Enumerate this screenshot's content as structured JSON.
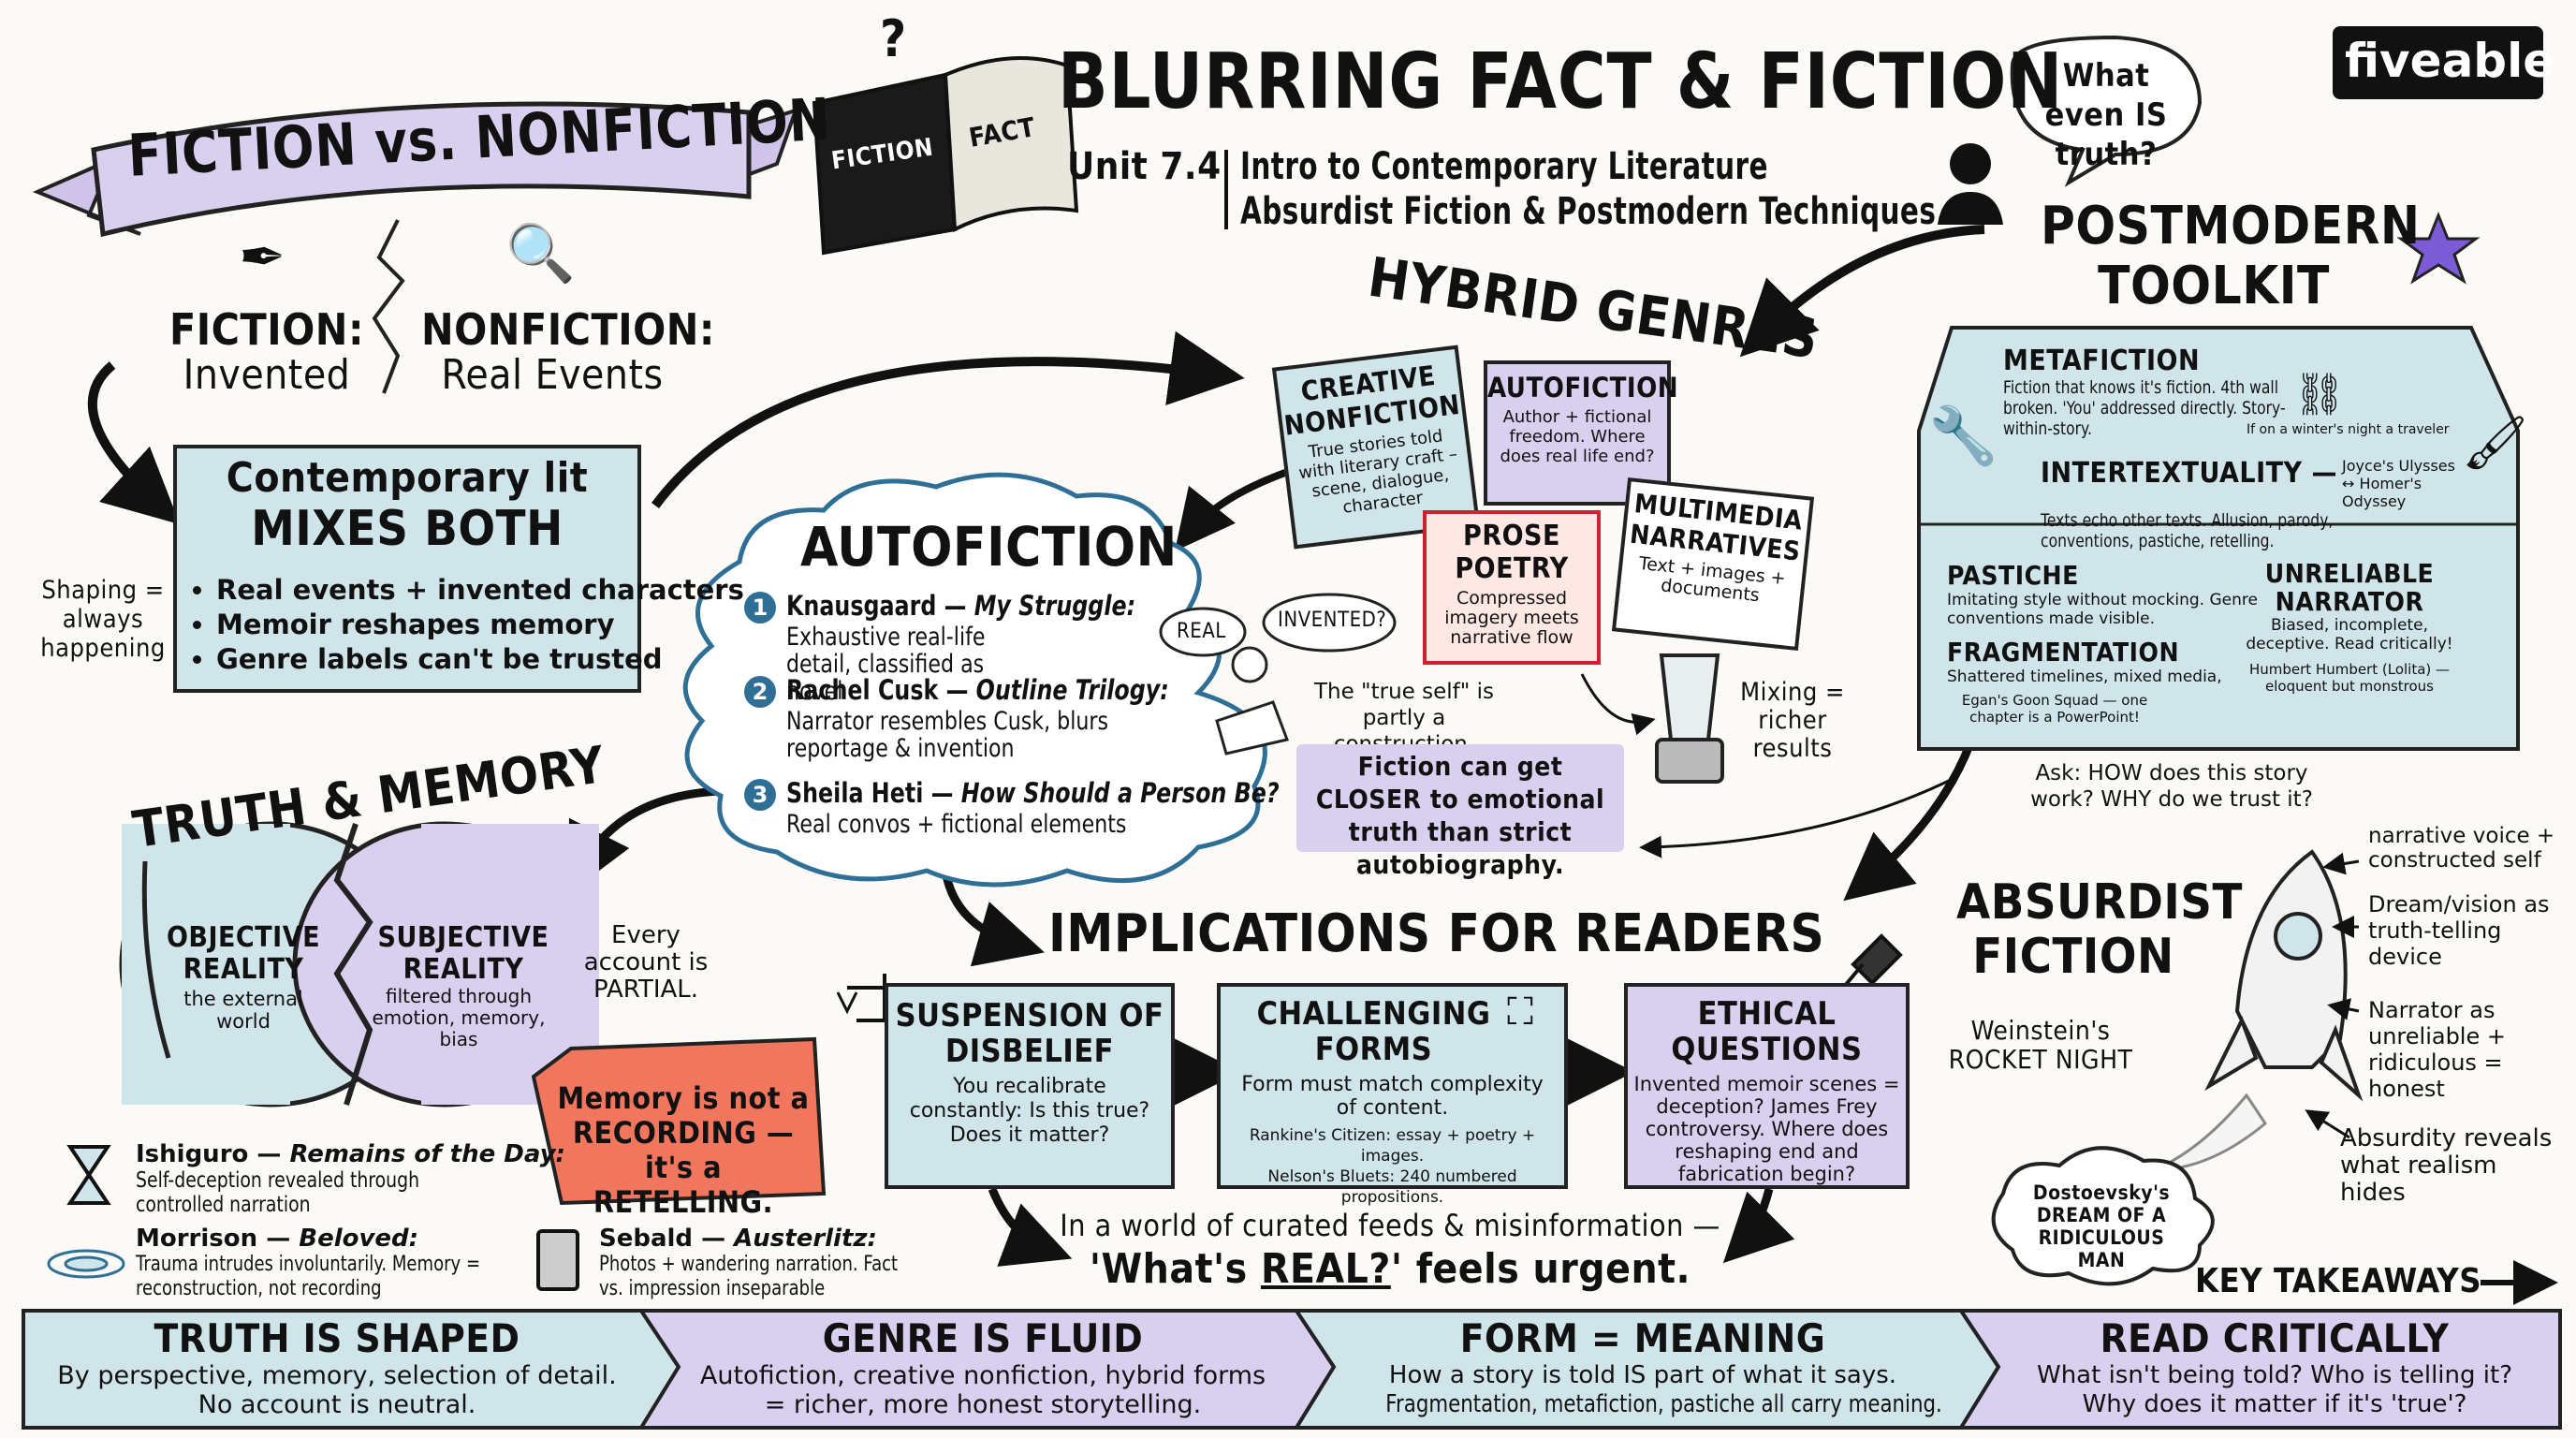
{
  "brand": "fiveable",
  "header": {
    "title": "BLURRING FACT & FICTION",
    "unit": "Unit 7.4",
    "line1": "Intro to Contemporary Literature",
    "line2": "Absurdist Fiction & Postmodern Techniques.",
    "book_left": "FICTION",
    "book_right": "FACT",
    "bubble": "What even IS truth?"
  },
  "fiction_nonfiction": {
    "banner": "FICTION vs. NONFICTION",
    "fiction_label": "FICTION:",
    "fiction_desc": "Invented",
    "nonfiction_label": "NONFICTION:",
    "nonfiction_desc": "Real Events"
  },
  "contemporary": {
    "line1": "Contemporary lit",
    "line2": "MIXES BOTH",
    "bullets": [
      "Real events + invented characters",
      "Memoir reshapes memory",
      "Genre labels can't be trusted"
    ],
    "side_note": "Shaping = always happening"
  },
  "hybrid": {
    "title": "HYBRID GENRES",
    "creative_title": "CREATIVE NONFICTION",
    "creative_desc": "True stories told with literary craft – scene, dialogue, character",
    "autofiction_title": "AUTOFICTION",
    "autofiction_desc": "Author + fictional freedom. Where does real life end?",
    "prose_title": "PROSE POETRY",
    "prose_desc": "Compressed imagery meets narrative flow",
    "multimedia_title": "MULTIMEDIA NARRATIVES",
    "multimedia_desc": "Text + images + documents",
    "mixing": "Mixing = richer results"
  },
  "autofiction": {
    "title": "AUTOFICTION",
    "items": [
      {
        "num": "1",
        "head": "Knausgaard — ",
        "work": "My Struggle:",
        "desc": "Exhaustive real-life detail, classified as novel"
      },
      {
        "num": "2",
        "head": "Rachel Cusk — ",
        "work": "Outline Trilogy:",
        "desc": "Narrator resembles Cusk, blurs reportage & invention"
      },
      {
        "num": "3",
        "head": "Sheila Heti — ",
        "work": "How Should a Person Be?",
        "desc": "Real convos + fictional elements"
      }
    ],
    "bubble_real": "REAL",
    "bubble_invented": "INVENTED?",
    "true_self": "The \"true self\" is partly a construction.",
    "callout": "Fiction can get CLOSER to emotional truth than strict autobiography."
  },
  "postmodern": {
    "title": "POSTMODERN TOOLKIT",
    "metafiction_title": "METAFICTION",
    "metafiction_desc": "Fiction that knows it's fiction. 4th wall broken. 'You' addressed directly. Story-within-story.",
    "metafiction_example": "If on a winter's night a traveler",
    "intertext_title": "INTERTEXTUALITY —",
    "intertext_example": "Joyce's Ulysses ↔ Homer's Odyssey",
    "intertext_desc": "Texts echo other texts. Allusion, parody, conventions, pastiche, retelling.",
    "pastiche_title": "PASTICHE",
    "pastiche_desc": "Imitating style without mocking. Genre conventions made visible.",
    "fragmentation_title": "FRAGMENTATION",
    "fragmentation_desc": "Shattered timelines, mixed media,",
    "fragmentation_example": "Egan's Goon Squad — one chapter is a PowerPoint!",
    "unreliable_title": "UNRELIABLE NARRATOR",
    "unreliable_desc": "Biased, incomplete, deceptive. Read critically!",
    "unreliable_example": "Humbert Humbert (Lolita) — eloquent but monstrous",
    "ask": "Ask: HOW does this story work? WHY do we trust it?"
  },
  "truth_memory": {
    "title": "TRUTH & MEMORY",
    "objective_title": "OBJECTIVE REALITY",
    "objective_desc": "the external world",
    "subjective_title": "SUBJECTIVE REALITY",
    "subjective_desc": "filtered through emotion, memory, bias",
    "partial": "Every account is PARTIAL.",
    "memory_callout": "Memory is not a RECORDING — it's a RETELLING.",
    "ishiguro_head": "Ishiguro — ",
    "ishiguro_work": "Remains of the Day:",
    "ishiguro_desc": "Self-deception revealed through controlled narration",
    "morrison_head": "Morrison — ",
    "morrison_work": "Beloved:",
    "morrison_desc": "Trauma intrudes involuntarily. Memory = reconstruction, not recording",
    "sebald_head": "Sebald — ",
    "sebald_work": "Austerlitz:",
    "sebald_desc": "Photos + wandering narration. Fact vs. impression inseparable"
  },
  "implications": {
    "title": "IMPLICATIONS FOR READERS",
    "suspension_title": "SUSPENSION OF DISBELIEF",
    "suspension_desc": "You recalibrate constantly: Is this true? Does it matter?",
    "forms_title": "CHALLENGING FORMS",
    "forms_desc": "Form must match complexity of content.",
    "forms_ex1": "Rankine's Citizen: essay + poetry + images.",
    "forms_ex2": "Nelson's Bluets: 240 numbered propositions.",
    "ethical_title": "ETHICAL QUESTIONS",
    "ethical_desc": "Invented memoir scenes = deception? James Frey controversy. Where does reshaping end and fabrication begin?",
    "world_line1": "In a world of curated feeds & misinformation —",
    "world_line2_pre": "'What's ",
    "world_line2_key": "REAL?",
    "world_line2_post": "' feels urgent."
  },
  "absurdist": {
    "title": "ABSURDIST FICTION",
    "weinstein": "Weinstein's ROCKET NIGHT",
    "dostoevsky": "Dostoevsky's DREAM OF A RIDICULOUS MAN",
    "notes": [
      "narrative voice + constructed self",
      "Dream/vision as truth-telling device",
      "Narrator as unreliable + ridiculous = honest",
      "Absurdity reveals what realism hides"
    ]
  },
  "takeaways": {
    "label": "KEY TAKEAWAYS",
    "items": [
      {
        "title": "TRUTH IS SHAPED",
        "line1": "By perspective, memory, selection of detail.",
        "line2": "No account is neutral."
      },
      {
        "title": "GENRE IS FLUID",
        "line1": "Autofiction, creative nonfiction, hybrid forms",
        "line2": "= richer, more honest storytelling."
      },
      {
        "title": "FORM = MEANING",
        "line1": "How a story is told IS part of what it says.",
        "line2": "Fragmentation, metafiction, pastiche all carry meaning."
      },
      {
        "title": "READ CRITICALLY",
        "line1": "What isn't being told? Who is telling it?",
        "line2": "Why does it matter if it's 'true'?"
      }
    ]
  },
  "colors": {
    "blue": "#cfe5ea",
    "purple": "#d9d0ef",
    "coral": "#f0775e",
    "ink": "#1a1a1a"
  }
}
